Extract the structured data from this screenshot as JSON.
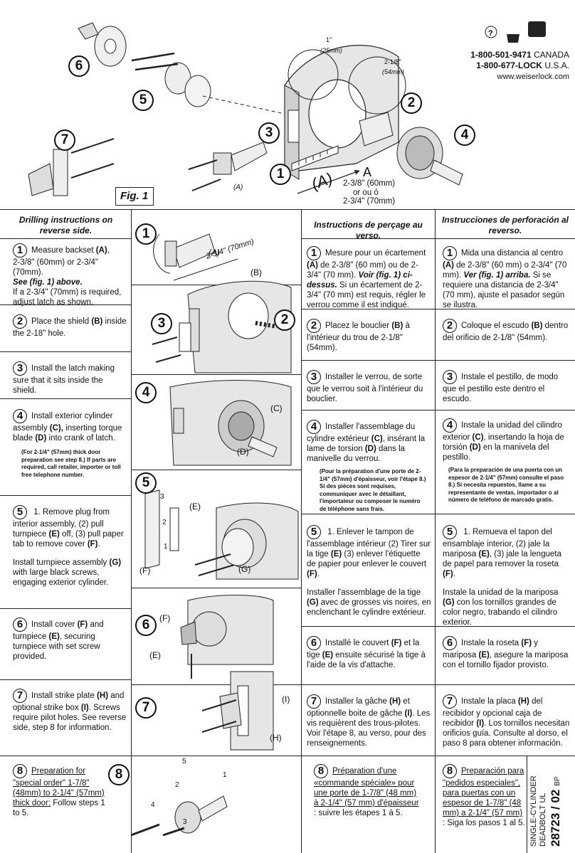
{
  "contact": {
    "canada_phone": "1-800-501-9471",
    "canada_label": "CANADA",
    "usa_phone": "1-800-677-LOCK",
    "usa_label": "U.S.A.",
    "website": "www.weiserlock.com"
  },
  "figure": {
    "title": "Fig. 1",
    "dim_1in": "1\"",
    "dim_1in_mm": "(25mm)",
    "dim_218": "2-1/8\"",
    "dim_218_mm": "(54mm)",
    "a_label": "(A)",
    "a_letter": "A",
    "a_line1": "2-3/8\" (60mm)",
    "a_line2": "or  ou  ó",
    "a_line3": "2-3/4\" (70mm)",
    "a_small": "(A)"
  },
  "english": {
    "header": "Drilling instructions on reverse side.",
    "s1_num": "1",
    "s1_a": "Measure backset ",
    "s1_b": "(A)",
    "s1_c": ",",
    "s1_d": "2-3/8\" (60mm) or 2-3/4\" (70mm).",
    "s1_e": "See  (fig. 1) above.",
    "s1_f": "If a 2-3/4\" (70mm) is required, adjust latch as shown.",
    "s2_num": "2",
    "s2_a": "Place the shield ",
    "s2_b": "(B)",
    "s2_c": " inside the 2-18\" hole.",
    "s3_num": "3",
    "s3_a": "Install the latch making sure that it sits inside the shield.",
    "s4_num": "4",
    "s4_a": "Install exterior cylinder assembly ",
    "s4_b": "(C),",
    "s4_c": " inserting torque blade ",
    "s4_d": "(D)",
    "s4_e": " into crank of latch.",
    "s4_note": "(For 2-1/4\" (57mm) thick door preparation see step 8.) If parts are required, call retailer, importer or toll free telephone number.",
    "s5_num": "5",
    "s5_a": " 1. Remove plug from interior assembly, (2) pull turnpiece ",
    "s5_b": "(E)",
    "s5_c": " off, (3) pull paper tab to remove cover ",
    "s5_d": "(F)",
    "s5_e": ".",
    "s5_f": "Install turnpiece assembly ",
    "s5_g": "(G)",
    "s5_h": " with large black screws, engaging exterior cylinder.",
    "s6_num": "6",
    "s6_a": "Install cover ",
    "s6_b": "(F)",
    "s6_c": " and turnpiece ",
    "s6_d": "(E)",
    "s6_e": ", securing turnpiece with set screw provided.",
    "s7_num": "7",
    "s7_a": "Install strike plate ",
    "s7_b": "(H)",
    "s7_c": " and optional strike box ",
    "s7_d": "(I)",
    "s7_e": ". Screws require pilot holes. See reverse side, step 8 for information.",
    "s8_num": "8",
    "s8_a": "Preparation for \"special order\" 1-7/8\" (48mm) to 2-1/4\" (57mm) thick door:",
    "s8_b": " Follow steps 1 to 5."
  },
  "french": {
    "header": "Instructions de perçage au verso.",
    "s1_num": "1",
    "s1_a": "Mesure pour un écartement ",
    "s1_b": "(A)",
    "s1_c": " de 2-3/8\" (60 mm) ou de 2-3/4\" (70 mm). ",
    "s1_d": "Voir (fig. 1) ci-dessus.",
    "s1_e": " Si un écartement de 2-3/4\" (70 mm) est requis, régler le verrou comme il est indiqué.",
    "s2_num": "2",
    "s2_a": "Placez le bouclier ",
    "s2_b": "(B)",
    "s2_c": " à l'intérieur du trou de 2-1/8\" (54mm).",
    "s3_num": "3",
    "s3_a": "Installer le verrou, de sorte que le verrou soit à l'intérieur du bouclier.",
    "s4_num": "4",
    "s4_a": "Installer l'assemblage du cylindre extérieur ",
    "s4_b": "(C)",
    "s4_c": ", insérant la lame de torsion ",
    "s4_d": "(D)",
    "s4_e": " dans la manivelle du verrou.",
    "s4_note": "(Pour la préparation d'une porte de 2-1/4\" (57mm) d'épaisseur, voir l'étape 8.)  Si des pièces sont requises, communiquer avec le détaillant, l'importateur ou composer le numéro de téléphone sans frais.",
    "s5_num": "5",
    "s5_a": " 1.  Enlever le tampon de l'assemblage intérieur (2) Tirer sur la tige ",
    "s5_b": "(E)",
    "s5_c": " (3) enlever l'étiquette de papier pour enlever le couvert ",
    "s5_d": "(F)",
    "s5_e": ".",
    "s5_f": "Installer l'assemblage de  la tige ",
    "s5_g": "(G)",
    "s5_h": " avec de grosses vis noires, en enclenchant le cylindre extérieur.",
    "s6_num": "6",
    "s6_a": "Installé le couvert ",
    "s6_b": "(F)",
    "s6_c": " et la tige ",
    "s6_d": "(E)",
    "s6_e": " ensuite sécurisé la tige à l'aide de la vis d'attache.",
    "s7_num": "7",
    "s7_a": "Installer la gâche ",
    "s7_b": "(H)",
    "s7_c": " et optionnelle boite de gâche ",
    "s7_d": "(I)",
    "s7_e": ". Les vis requièrent des trous-pilotes. Voir l'étape 8, au verso, pour des renseignements.",
    "s8_num": "8",
    "s8_a": "Préparation d'une «commande spéciale» pour une porte de 1-7/8\" (48 mm) à 2-1/4\"  (57 mm) d'épaisseur",
    "s8_b": " : suivre les étapes 1 à 5."
  },
  "spanish": {
    "header": "Instrucciones de perforación al reverso.",
    "s1_num": "1",
    "s1_a": "Mida una distancia al centro ",
    "s1_b": "(A)",
    "s1_c": " de 2-3/8\" (60 mm) o 2-3/4\" (70 mm). ",
    "s1_d": "Ver (fig. 1) arriba.",
    "s1_e": " Si se requiere una distancia de 2-3/4\" (70 mm), ajuste el pasador según se ilustra.",
    "s2_num": "2",
    "s2_a": "Coloque el escudo ",
    "s2_b": "(B)",
    "s2_c": " dentro del orificio de 2-1/8\" (54mm).",
    "s3_num": "3",
    "s3_a": "Instale el pestillo, de modo que el pestillo este dentro el escudo.",
    "s4_num": "4",
    "s4_a": "Instale la unidad del cilindro exterior ",
    "s4_b": "(C)",
    "s4_c": ", insertando la hoja de torsión ",
    "s4_d": "(D)",
    "s4_e": " en la manivela del pestillo.",
    "s4_note": "(Para la preparación de una puerta con un espesor de 2-1/4\" (57mm) consulte el paso 8.)  Si necesita repuestos, llame a su representante de ventas, importador o al número de teléfono de marcado gratis.",
    "s5_num": "5",
    "s5_a": " 1. Remueva el tapon del ensamblaje interior, (2) jale la mariposa ",
    "s5_b": "(E)",
    "s5_c": ", (3) jale la lengueta de papel para remover la roseta ",
    "s5_d": "(F)",
    "s5_e": ".",
    "s5_f": "Instale la unidad de  la mariposa ",
    "s5_g": "(G)",
    "s5_h": " con los tornillos grandes de color negro, trabando el cilindro exterior.",
    "s6_num": "6",
    "s6_a": "Instale la roseta ",
    "s6_b": "(F)",
    "s6_c": " y mariposa ",
    "s6_d": "(E)",
    "s6_e": ", asegure la mariposa con el tornillo fijador provisto.",
    "s7_num": "7",
    "s7_a": "Instale la placa ",
    "s7_b": "(H)",
    "s7_c": " del recibidor y opcional caja de recibidor ",
    "s7_d": "(I)",
    "s7_e": ".   Los tornillos necesitan orificios guía.  Consulte al dorso, el paso 8 para obtener información.",
    "s8_num": "8",
    "s8_a": "Preparación para \"pedidos especiales\", para puertas con un espesor de 1-7/8\" (48 mm) a 2-1/4\" (57 mm)",
    "s8_b": " :  Siga los pasos 1 al 5."
  },
  "illustrations": {
    "n1": "1",
    "n2": "2",
    "n3": "3",
    "n4": "4",
    "n5": "5",
    "n6": "6",
    "n7": "7",
    "n8": "8",
    "top_n2": "2",
    "top_n3": "3",
    "top_n4": "4",
    "top_n5": "5",
    "top_n6": "6",
    "top_n7": "7",
    "top_n1": "1",
    "i1_a": "(A)",
    "i1_dim": "2-3/4\" (70mm)",
    "i2_b": "(B)",
    "i2_n2": "2",
    "i2_n3": "3",
    "i4_c": "(C)",
    "i4_d": "(D)",
    "i5_e": "(E)",
    "i5_f": "(F)",
    "i5_g": "(G)",
    "i5_s1": "1",
    "i5_s2": "2",
    "i5_s3": "3",
    "i6_f": "(F)",
    "i6_e": "(E)",
    "i7_i": "(I)",
    "i7_h": "(H)",
    "i8_s1": "1",
    "i8_s2": "2",
    "i8_s3": "3",
    "i8_s4": "4",
    "i8_s5": "5"
  },
  "product": {
    "line1": "SINGLE-CYLINDER",
    "line2": "DEADBOLT UL",
    "code": "28723 / 02",
    "suffix": "BP"
  }
}
